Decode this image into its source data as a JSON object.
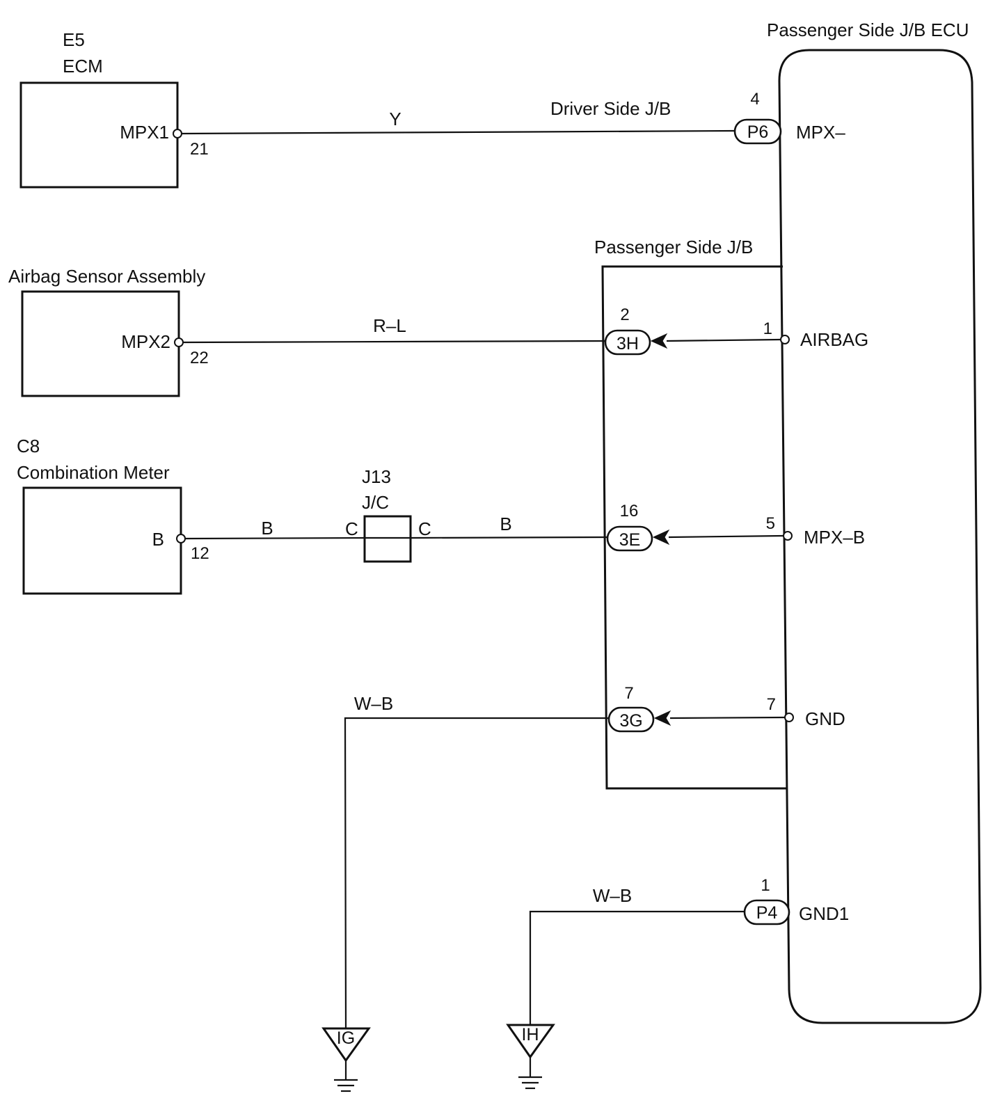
{
  "components": {
    "ecm": {
      "code": "E5",
      "name": "ECM",
      "pin_name": "MPX1",
      "pin_no": "21"
    },
    "airbag": {
      "name": "Airbag Sensor Assembly",
      "pin_name": "MPX2",
      "pin_no": "22"
    },
    "meter": {
      "code": "C8",
      "name": "Combination Meter",
      "pin_name": "B",
      "pin_no": "12"
    },
    "jc": {
      "code": "J13",
      "name": "J/C",
      "left_pin": "C",
      "right_pin": "C"
    },
    "ecu": {
      "name": "Passenger Side J/B ECU"
    },
    "jb": {
      "name": "Passenger Side J/B"
    }
  },
  "wires": {
    "w1_color": "Y",
    "w1_via": "Driver Side J/B",
    "w2_color": "R–L",
    "w3a_color": "B",
    "w3b_color": "B",
    "w4_color": "W–B",
    "w5_color": "W–B"
  },
  "ecu_pins": {
    "mpx_minus": {
      "label": "MPX–",
      "conn": "P6",
      "conn_pin": "4"
    },
    "airbag": {
      "label": "AIRBAG",
      "ecu_pin": "1",
      "conn": "3H",
      "conn_pin": "2"
    },
    "mpx_b": {
      "label": "MPX–B",
      "ecu_pin": "5",
      "conn": "3E",
      "conn_pin": "16"
    },
    "gnd": {
      "label": "GND",
      "ecu_pin": "7",
      "conn": "3G",
      "conn_pin": "7"
    },
    "gnd1": {
      "label": "GND1",
      "conn": "P4",
      "conn_pin": "1"
    }
  },
  "grounds": {
    "ig": "IG",
    "ih": "IH"
  }
}
